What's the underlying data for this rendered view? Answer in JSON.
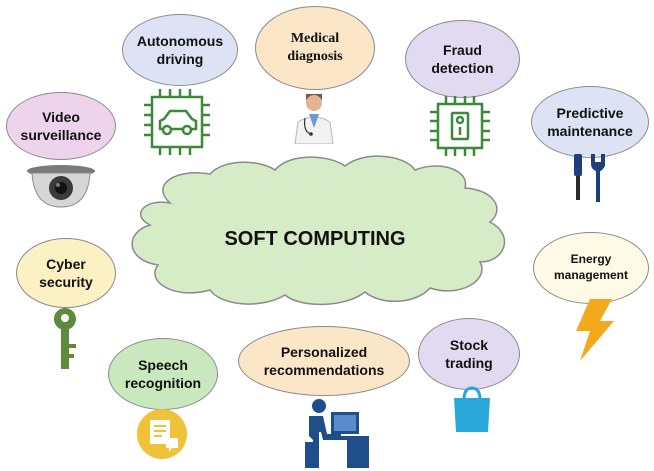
{
  "title": "SOFT COMPUTING",
  "applications": {
    "autonomous": {
      "label": "Autonomous\ndriving",
      "color": "#dde3f5"
    },
    "medical": {
      "label": "Medical\ndiagnosis",
      "color": "#fce6c8"
    },
    "fraud": {
      "label": "Fraud\ndetection",
      "color": "#e2daf0"
    },
    "video": {
      "label": "Video\nsurveillance",
      "color": "#eed3ec"
    },
    "predictive": {
      "label": "Predictive\nmaintenance",
      "color": "#dde3f5"
    },
    "cyber": {
      "label": "Cyber\nsecurity",
      "color": "#fbf1c3"
    },
    "energy": {
      "label": "Energy\nmanagement",
      "color": "#fffae6"
    },
    "speech": {
      "label": "Speech\nrecognition",
      "color": "#c9e8be"
    },
    "personalized": {
      "label": "Personalized\nrecommendations",
      "color": "#fce6c8"
    },
    "stock": {
      "label": "Stock\ntrading",
      "color": "#e2daf0"
    }
  },
  "colors": {
    "cloud": "#d5ecc6",
    "cloud_border": "#8a8a8a"
  },
  "icons": [
    "car-chip-icon",
    "doctor-icon",
    "chip-icon",
    "cctv-camera-icon",
    "tools-icon",
    "key-icon",
    "lightning-icon",
    "speech-document-icon",
    "person-computer-icon",
    "shopping-bag-icon"
  ]
}
